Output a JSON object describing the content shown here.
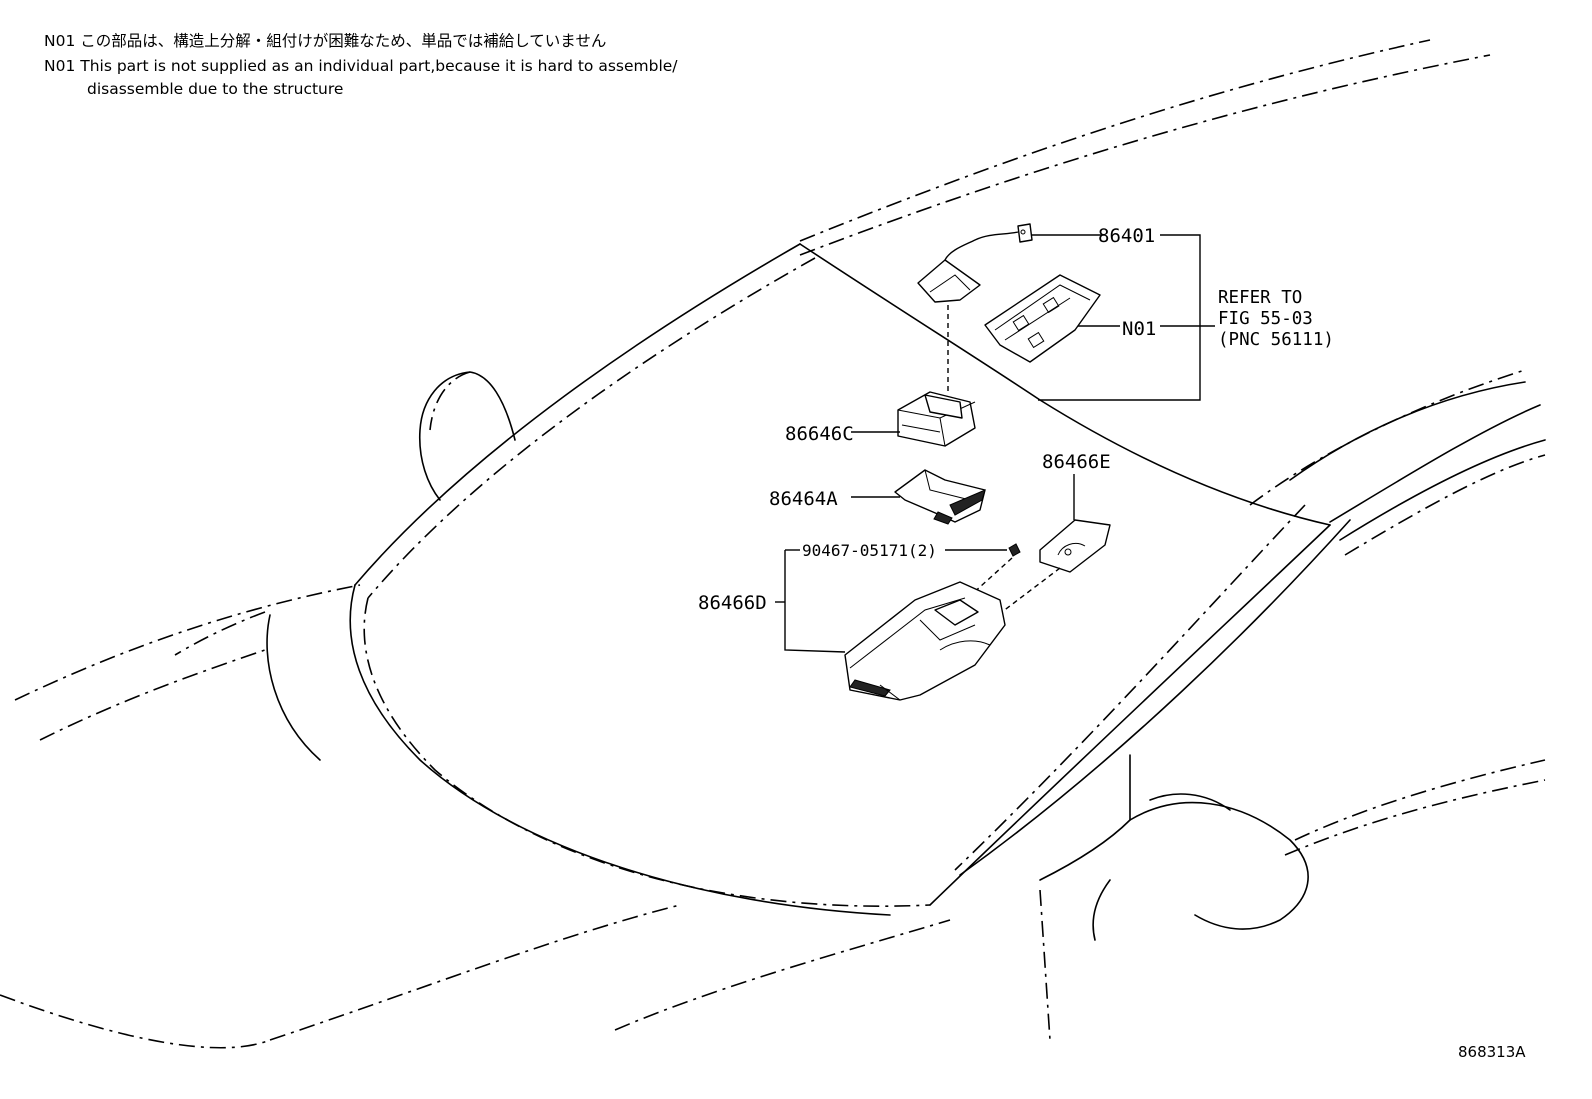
{
  "notes": {
    "line1": "N01 この部品は、構造上分解・組付けが困難なため、単品では補給していません",
    "line2": "N01 This part is not supplied as an individual part,because it is hard to assemble/",
    "line3": "disassemble due to the structure"
  },
  "labels": {
    "p86401": "86401",
    "pN01": "N01",
    "ref1": "REFER TO",
    "ref2": "FIG 55-03",
    "ref3": "(PNC 56111)",
    "p86646C": "86646C",
    "p86464A": "86464A",
    "p86466E": "86466E",
    "p90467": "90467-05171(2)",
    "p86466D": "86466D"
  },
  "illustration_id": "868313A"
}
